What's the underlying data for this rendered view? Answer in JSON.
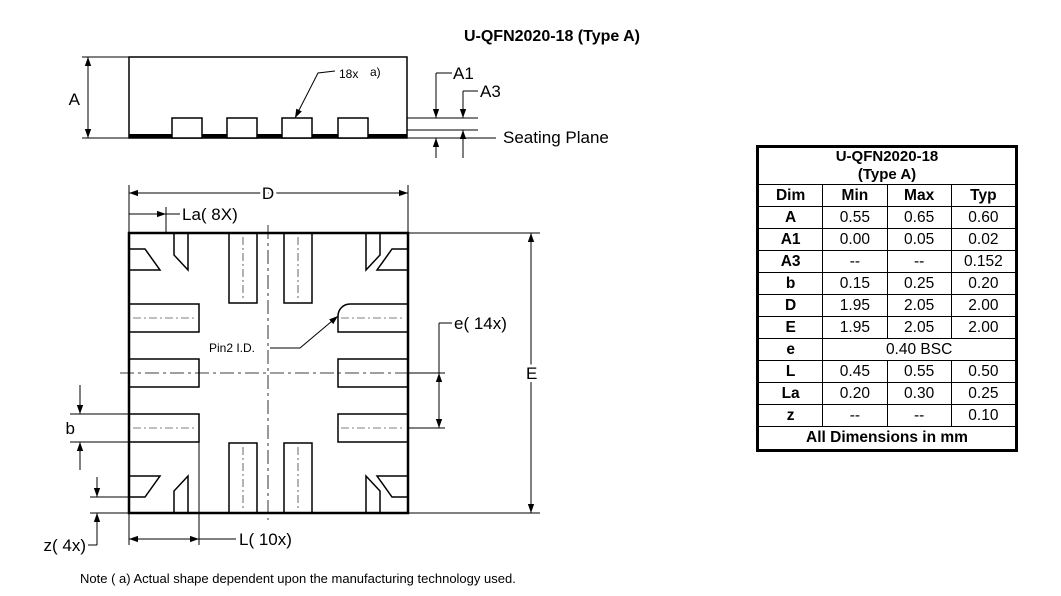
{
  "title": "U-QFN2020-18 (Type A)",
  "side_view": {
    "dim_A": "A",
    "dim_A1": "A1",
    "dim_A3": "A3",
    "callout_18x": "18x",
    "callout_a": "a)",
    "seating_plane": "Seating Plane"
  },
  "bottom_view": {
    "dim_D": "D",
    "dim_E": "E",
    "dim_La": "La( 8X)",
    "dim_e": "e( 14x)",
    "dim_b": "b",
    "dim_z": "z( 4x)",
    "dim_L": "L( 10x)",
    "pin2_id": "Pin2 I.D."
  },
  "table": {
    "title_line1": "U-QFN2020-18",
    "title_line2": "(Type A)",
    "headers": [
      "Dim",
      "Min",
      "Max",
      "Typ"
    ],
    "rows": [
      [
        "A",
        "0.55",
        "0.65",
        "0.60"
      ],
      [
        "A1",
        "0.00",
        "0.05",
        "0.02"
      ],
      [
        "A3",
        "--",
        "--",
        "0.152"
      ],
      [
        "b",
        "0.15",
        "0.25",
        "0.20"
      ],
      [
        "D",
        "1.95",
        "2.05",
        "2.00"
      ],
      [
        "E",
        "1.95",
        "2.05",
        "2.00"
      ],
      [
        "e",
        "0.40 BSC"
      ],
      [
        "L",
        "0.45",
        "0.55",
        "0.50"
      ],
      [
        "La",
        "0.20",
        "0.30",
        "0.25"
      ],
      [
        "z",
        "--",
        "--",
        "0.10"
      ]
    ],
    "footer": "All Dimensions in mm"
  },
  "note": "Note ( a) Actual shape dependent upon the manufacturing technology used."
}
